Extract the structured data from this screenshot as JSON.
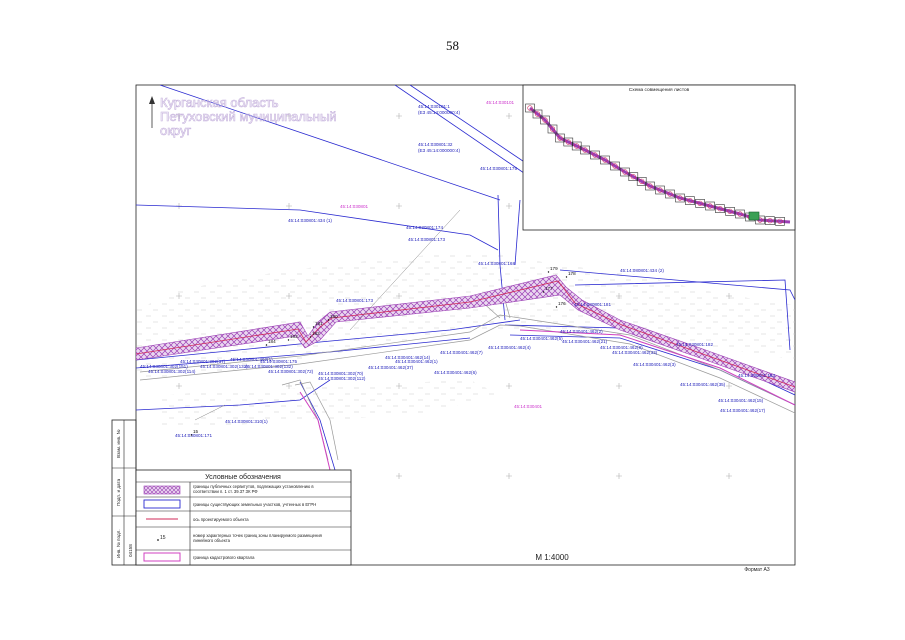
{
  "page_number": "58",
  "region_title": {
    "line1": "Курганская область",
    "line2": "Петуховский муниципальный",
    "line3": "округ"
  },
  "inset": {
    "title": "Схема совмещения листов"
  },
  "scale": "М 1:4000",
  "format": "Формат А3",
  "side_stamp": {
    "field1": "Взам. инв. №",
    "field2": "Подп. и дата",
    "field3": "Инв. № подл.",
    "value3": "04158"
  },
  "legend": {
    "title": "Условные обозначения",
    "items": [
      {
        "text1": "границы публичных сервитутов, подлежащих установлению в",
        "text2": "соответствии п. 1 ст. 39.37 ЗК РФ"
      },
      {
        "text1": "границы существующих земельных участков, учтенных в ЕГРН",
        "text2": ""
      },
      {
        "text1": "ось проектируемого объекта",
        "text2": ""
      },
      {
        "symbol": "15",
        "text1": "номер характерных точек границ зоны планируемого размещения",
        "text2": "линейного объекта"
      },
      {
        "text1": "граница кадастрового квартала",
        "text2": ""
      }
    ]
  },
  "parcel_labels": [
    "45:14:030101:1",
    "(ЕЗ 45:14:000000:4)",
    "45:14:030101",
    "45:14:030801:32",
    "(ЕЗ 45:14:000000:4)",
    "45:14:030801:175",
    "45:14:030801",
    "45:14:030801:434 (1)",
    "45:14:030801:174",
    "45:14:030801:173",
    "45:14:030801:168",
    "45:14:080801:434 (2)",
    "45:14:030801:181",
    "45:14:030801:173",
    "45:14:030401:462(2)",
    "45:14:030401:462(5)",
    "45:14:030401:462(21)",
    "45:14:030401:462(7)",
    "45:14:030401:462(4)",
    "45:14:030401:462(1)",
    "45:14:030401:462(37)",
    "45:14:030401:462(14)",
    "45:14:030401:462(6)",
    "45:14:030401:462(8)",
    "45:14:030401:462(33)",
    "45:14:030401:462(3)",
    "45:14:030401:462(35)",
    "45:14:030401:462(15)",
    "45:14:030401:462(17)",
    "45:14:030801:182",
    "45:14:030801:183",
    "45:14:030401",
    "45:14:030801:302(151)",
    "45:14:030801:302(114)",
    "45:14:030801:302(37)",
    "45:14:030801:302(132)",
    "45:14:030801:302(1)",
    "45:14:030801:302(132)",
    "45:14:030801:175",
    "45:14:030801:302(72)",
    "45:14:030801:302(70)",
    "45:14:030801:302(112)",
    "45:14:030801:310(1)",
    "45:14:030801:171"
  ],
  "point_labels": [
    "184",
    "183",
    "182",
    "181",
    "180",
    "179",
    "178",
    "177",
    "176",
    "15"
  ],
  "colors": {
    "parcel_border": "#2a2ad0",
    "servitude_hatch": "#9b3fb5",
    "axis": "#d02a5a",
    "quarter_border": "#d040c0",
    "label": "#2222bb",
    "quarter_label": "#cc33cc"
  }
}
